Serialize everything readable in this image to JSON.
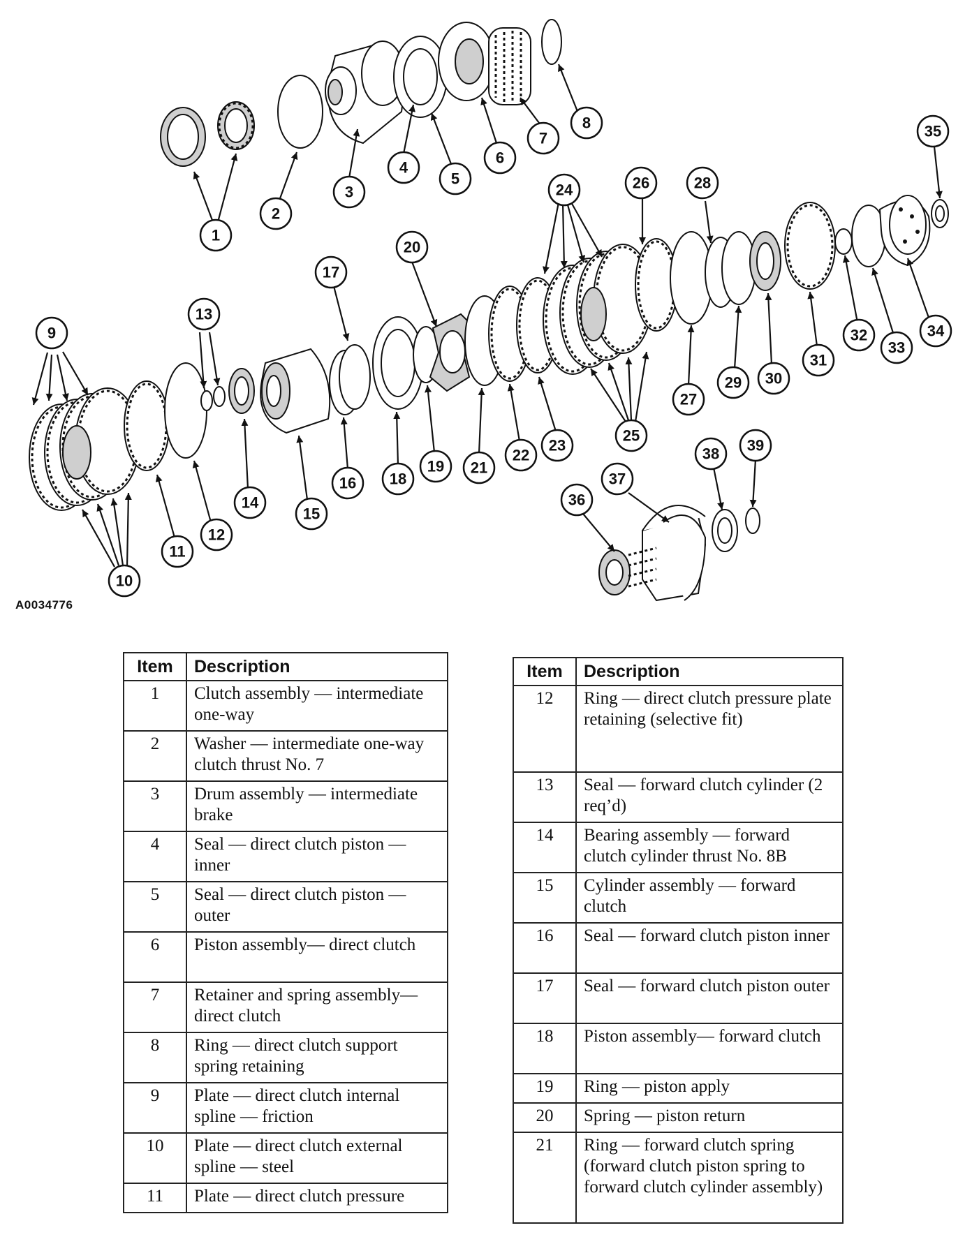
{
  "figure_id": "A0034776",
  "callouts": [
    "1",
    "2",
    "3",
    "4",
    "5",
    "6",
    "7",
    "8",
    "9",
    "10",
    "11",
    "12",
    "13",
    "14",
    "15",
    "16",
    "17",
    "18",
    "19",
    "20",
    "21",
    "22",
    "23",
    "24",
    "25",
    "26",
    "27",
    "28",
    "29",
    "30",
    "31",
    "32",
    "33",
    "34",
    "35",
    "36",
    "37",
    "38",
    "39"
  ],
  "table_headers": {
    "item": "Item",
    "description": "Description"
  },
  "table_left": [
    {
      "item": "1",
      "description": "Clutch assembly — intermediate one-way"
    },
    {
      "item": "2",
      "description": "Washer — intermediate one-way clutch thrust No. 7"
    },
    {
      "item": "3",
      "description": "Drum assembly — intermediate brake"
    },
    {
      "item": "4",
      "description": "Seal — direct clutch piston — inner"
    },
    {
      "item": "5",
      "description": "Seal — direct clutch piston — outer"
    },
    {
      "item": "6",
      "description": "Piston assembly— direct clutch"
    },
    {
      "item": "7",
      "description": "Retainer and spring assembly— direct clutch"
    },
    {
      "item": "8",
      "description": "Ring — direct clutch support spring retaining"
    },
    {
      "item": "9",
      "description": "Plate — direct clutch internal spline — friction"
    },
    {
      "item": "10",
      "description": "Plate — direct clutch external spline — steel"
    },
    {
      "item": "11",
      "description": "Plate — direct clutch pressure"
    }
  ],
  "table_right": [
    {
      "item": "12",
      "description": "Ring — direct clutch pressure plate retaining (selective fit)"
    },
    {
      "item": "13",
      "description": "Seal — forward clutch cylinder (2 req’d)"
    },
    {
      "item": "14",
      "description": "Bearing assembly — forward clutch cylinder thrust No. 8B"
    },
    {
      "item": "15",
      "description": "Cylinder assembly — forward clutch"
    },
    {
      "item": "16",
      "description": "Seal — forward clutch piston inner"
    },
    {
      "item": "17",
      "description": "Seal — forward clutch piston outer"
    },
    {
      "item": "18",
      "description": "Piston assembly— forward clutch"
    },
    {
      "item": "19",
      "description": "Ring — piston apply"
    },
    {
      "item": "20",
      "description": "Spring — piston return"
    },
    {
      "item": "21",
      "description": "Ring — forward clutch spring (forward clutch piston spring to forward clutch cylinder assembly)"
    }
  ]
}
